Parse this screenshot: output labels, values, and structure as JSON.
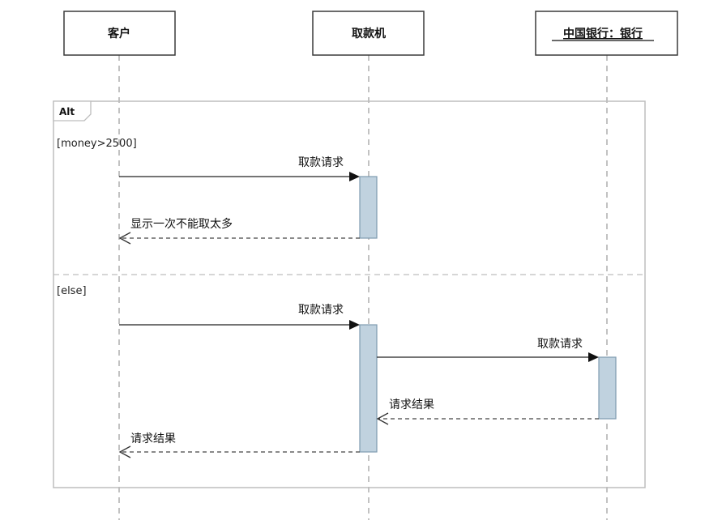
{
  "lifelines": [
    {
      "id": "customer",
      "label": "客户",
      "underline": false
    },
    {
      "id": "atm",
      "label": "取款机",
      "underline": false
    },
    {
      "id": "bank",
      "label": "中国银行：银行",
      "underline": true
    }
  ],
  "fragment": {
    "operator": "Alt",
    "operands": [
      {
        "guard": "[money>2500]",
        "messages": [
          {
            "from": "customer",
            "to": "atm",
            "kind": "sync",
            "label": "取款请求"
          },
          {
            "from": "atm",
            "to": "customer",
            "kind": "return",
            "label": "显示一次不能取太多"
          }
        ]
      },
      {
        "guard": "[else]",
        "messages": [
          {
            "from": "customer",
            "to": "atm",
            "kind": "sync",
            "label": "取款请求"
          },
          {
            "from": "atm",
            "to": "bank",
            "kind": "sync",
            "label": "取款请求"
          },
          {
            "from": "bank",
            "to": "atm",
            "kind": "return",
            "label": "请求结果"
          },
          {
            "from": "atm",
            "to": "customer",
            "kind": "return",
            "label": "请求结果"
          }
        ]
      }
    ]
  }
}
